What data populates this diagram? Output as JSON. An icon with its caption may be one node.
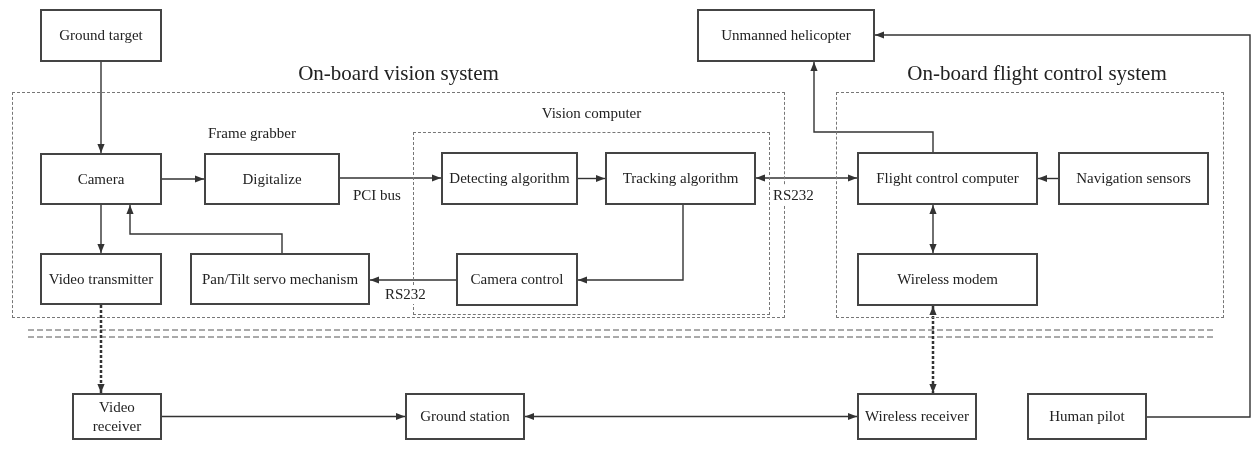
{
  "diagram": {
    "nodes": [
      {
        "text": [
          "Ground target"
        ]
      },
      {
        "text": [
          "Unmanned helicopter"
        ]
      },
      {
        "text": [
          "On-board vision system"
        ]
      },
      {
        "text": [
          "Vision computer"
        ],
        "in": 2
      },
      {
        "text": [
          "Camera"
        ],
        "in": 2
      },
      {
        "text": [
          "Frame grabber",
          "Digitalize"
        ],
        "in": 2
      },
      {
        "text": [
          "Detecting algorithm"
        ],
        "in": 3
      },
      {
        "text": [
          "Tracking algorithm"
        ],
        "in": 3
      },
      {
        "text": [
          "Video transmitter"
        ],
        "in": 2
      },
      {
        "text": [
          "Pan/Tilt servo mechanism"
        ],
        "in": 2
      },
      {
        "text": [
          "Camera control"
        ],
        "in": 3
      },
      {
        "text": [
          "On-board flight control system"
        ]
      },
      {
        "text": [
          "Flight control computer"
        ],
        "in": 11
      },
      {
        "text": [
          "Navigation sensors"
        ],
        "in": 11
      },
      {
        "text": [
          "Wireless modem"
        ],
        "in": 11
      },
      {
        "text": [
          "Video receiver"
        ]
      },
      {
        "text": [
          "Ground station"
        ]
      },
      {
        "text": [
          "Wireless receiver"
        ]
      },
      {
        "text": [
          "Human pilot"
        ]
      }
    ],
    "edges": [
      {
        "from": 0,
        "to": 4,
        "arrow": "to"
      },
      {
        "from": 4,
        "to": 5,
        "arrow": "to"
      },
      {
        "from": 5,
        "to": 6,
        "arrow": "to",
        "label": "PCI bus"
      },
      {
        "from": 6,
        "to": 7,
        "arrow": "to"
      },
      {
        "from": 7,
        "to": 12,
        "arrow": "both",
        "label": "RS232"
      },
      {
        "from": 7,
        "to": 10,
        "arrow": "to"
      },
      {
        "from": 10,
        "to": 9,
        "arrow": "to",
        "label": "RS232"
      },
      {
        "from": 9,
        "to": 4,
        "arrow": "to"
      },
      {
        "from": 4,
        "to": 8,
        "arrow": "to"
      },
      {
        "from": 8,
        "to": 15,
        "arrow": "to",
        "style": "dashed"
      },
      {
        "from": 12,
        "to": 1,
        "arrow": "to"
      },
      {
        "from": 13,
        "to": 12,
        "arrow": "to"
      },
      {
        "from": 12,
        "to": 14,
        "arrow": "both"
      },
      {
        "from": 14,
        "to": 17,
        "arrow": "both",
        "style": "dashed"
      },
      {
        "from": 15,
        "to": 16,
        "arrow": "to"
      },
      {
        "from": 16,
        "to": 17,
        "arrow": "both"
      },
      {
        "from": 18,
        "to": 1,
        "arrow": "to"
      }
    ]
  }
}
